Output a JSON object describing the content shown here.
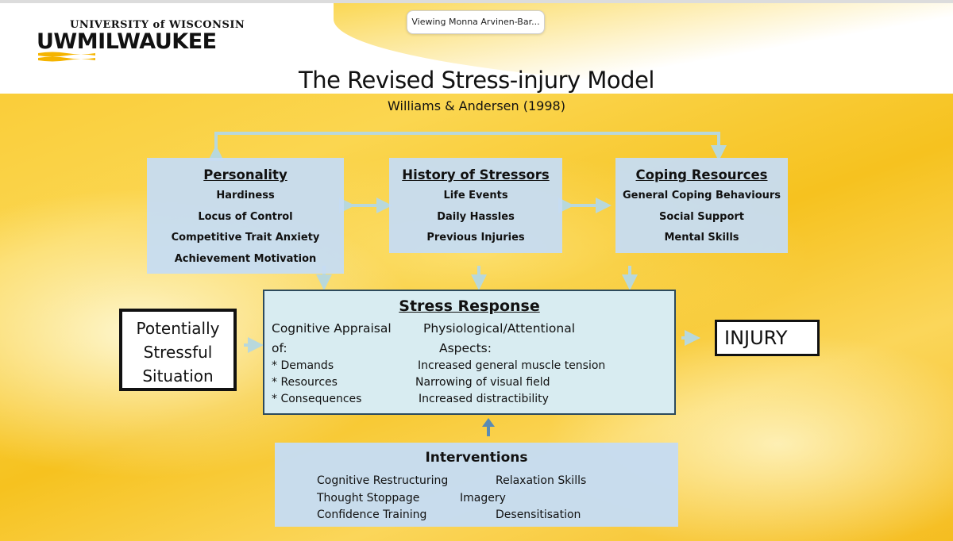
{
  "window": {
    "viewing_label": "Viewing Monna Arvinen-Bar..."
  },
  "logo": {
    "line1": "UNIVERSITY of WISCONSIN",
    "line2": "UWMILWAUKEE",
    "brand_color": "#f5b400"
  },
  "slide": {
    "title": "The Revised Stress-injury Model",
    "subtitle": "Williams & Andersen (1998)"
  },
  "personality": {
    "heading": "Personality",
    "items": [
      "Hardiness",
      "Locus of Control",
      "Competitive Trait Anxiety",
      "Achievement Motivation"
    ]
  },
  "history": {
    "heading": "History of Stressors",
    "items": [
      "Life Events",
      "Daily Hassles",
      "Previous Injuries"
    ]
  },
  "coping": {
    "heading": "Coping Resources",
    "items": [
      "General Coping Behaviours",
      "Social Support",
      "Mental Skills"
    ]
  },
  "stress_response": {
    "heading": "Stress Response",
    "left_heading_1": "Cognitive Appraisal",
    "left_heading_2": "of:",
    "left_items": [
      "* Demands",
      "* Resources",
      "* Consequences"
    ],
    "right_heading_1": "Physiological/Attentional",
    "right_heading_2": "Aspects:",
    "right_items": [
      "Increased general muscle tension",
      "Narrowing of visual field",
      "Increased distractibility"
    ]
  },
  "situation": {
    "line1": "Potentially",
    "line2": "Stressful",
    "line3": "Situation"
  },
  "injury": {
    "label": "INJURY"
  },
  "interventions": {
    "heading": "Interventions",
    "items": [
      "Cognitive Restructuring",
      "Relaxation Skills",
      "Thought Stoppage",
      "Imagery",
      "Confidence Training",
      "Desensitisation"
    ]
  },
  "colors": {
    "box_fill": "#c6dcf2",
    "stress_fill": "#d8ecf1",
    "arrow": "#b8d8dc",
    "background": "#f9c92d"
  }
}
